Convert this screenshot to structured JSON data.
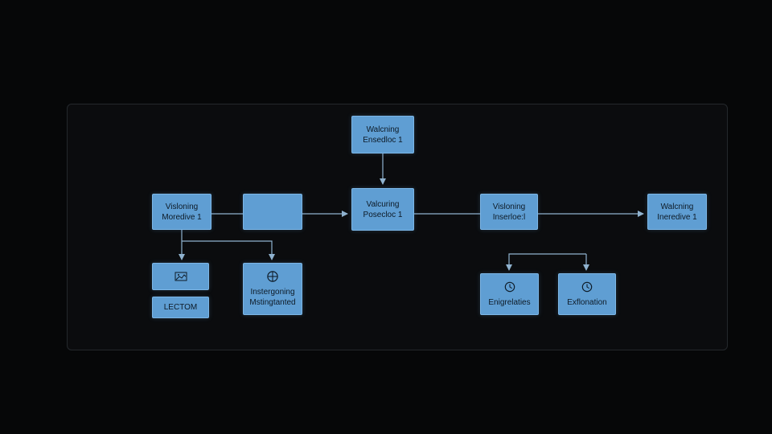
{
  "diagram": {
    "nodes": {
      "top": {
        "line1": "Walcning",
        "line2": "Ensedloc 1"
      },
      "left": {
        "line1": "Visloning",
        "line2": "Moredive 1"
      },
      "blank": {},
      "center": {
        "line1": "Valcuring",
        "line2": "Posecloc 1"
      },
      "mid_right": {
        "line1": "Visloning",
        "line2": "Inserloe:l"
      },
      "far_right": {
        "line1": "Walcning",
        "line2": "Ineredive 1"
      },
      "image_box": {
        "icon": "image-icon"
      },
      "lectom": {
        "label": "LECTOM"
      },
      "globe_box": {
        "icon": "globe-icon",
        "line1": "Instergoning",
        "line2": "Mstingtanted"
      },
      "clock_left": {
        "icon": "clock-icon",
        "label": "Enigrelaties"
      },
      "clock_right": {
        "icon": "clock-icon",
        "label": "Exflonation"
      }
    },
    "colors": {
      "node_fill": "#5f9ed3",
      "node_border": "#7cb6e6",
      "connector": "#8fb2cf",
      "background": "#060708",
      "panel": "#0b0c0e"
    }
  }
}
